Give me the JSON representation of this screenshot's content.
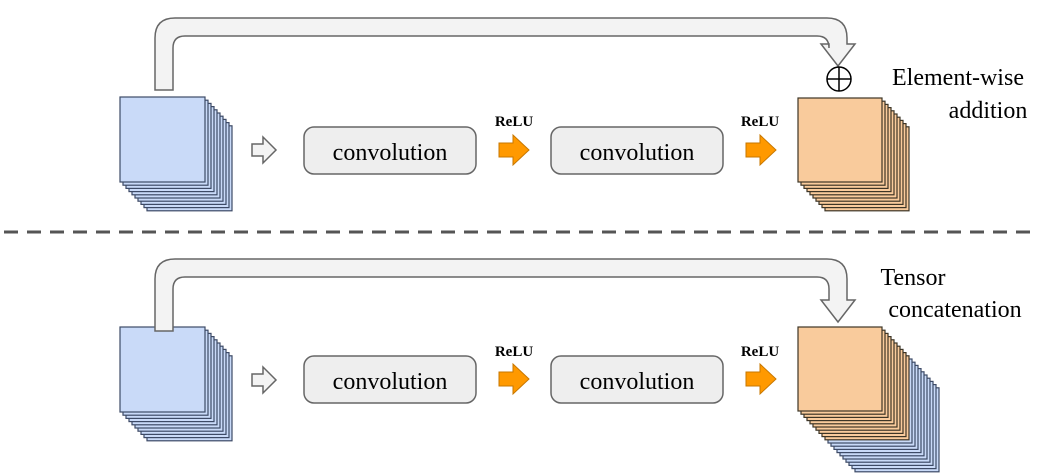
{
  "colors": {
    "input_fill": "#c9daf8",
    "input_stroke": "#3d4a66",
    "output_fill": "#f9cb9c",
    "output_stroke": "#3d3526",
    "conv_fill": "#eeeeee",
    "conv_stroke": "#666666",
    "relu_arrow": "#ff9900",
    "hollow_arrow_fill": "#f3f3f3",
    "hollow_arrow_stroke": "#666666",
    "divider": "#555555"
  },
  "panels": [
    {
      "id": "residual",
      "conv1_label": "convolution",
      "conv2_label": "convolution",
      "relu1_label": "ReLU",
      "relu2_label": "ReLU",
      "merge_symbol": "⊕",
      "merge_label_line1": "Element-wise",
      "merge_label_line2": "addition",
      "output_style": "add",
      "output_stack_count": 10,
      "input_stack_count": 10
    },
    {
      "id": "dense",
      "conv1_label": "convolution",
      "conv2_label": "convolution",
      "relu1_label": "ReLU",
      "relu2_label": "ReLU",
      "merge_symbol": "",
      "merge_label_line1": "Tensor",
      "merge_label_line2": "concatenation",
      "output_style": "concat",
      "output_stack_count": 20,
      "input_stack_count": 10
    }
  ]
}
